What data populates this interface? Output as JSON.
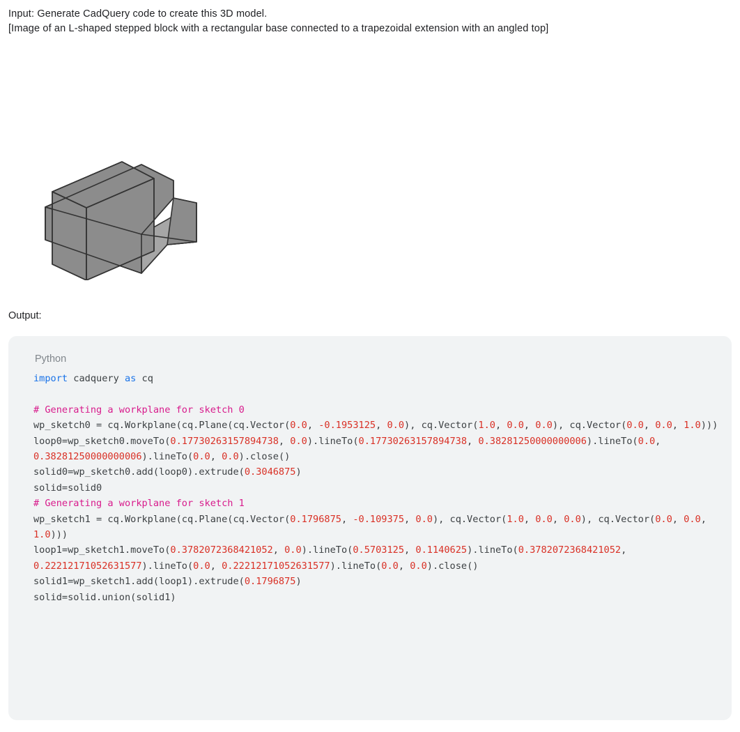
{
  "prompt": {
    "line1": "Input: Generate CadQuery code to create this 3D model.",
    "line2": "[Image of an L-shaped stepped block with a rectangular base connected to a trapezoidal extension with an angled top]"
  },
  "figure": {
    "name": "l-shaped-stepped-block-isometric",
    "face_fill": "#8c8c8c",
    "face_fill_light": "#a6a6a6",
    "edge_stroke": "#333333",
    "background": "#ffffff"
  },
  "output": {
    "label": "Output:"
  },
  "code_block": {
    "language_label": "Python",
    "background": "#f1f3f4",
    "colors": {
      "keyword": "#1a73e8",
      "comment": "#d81b8c",
      "number": "#d93025",
      "plain": "#3c4043"
    },
    "lines": [
      {
        "segments": [
          {
            "t": "import",
            "c": "kw"
          },
          {
            "t": " cadquery ",
            "c": "pln"
          },
          {
            "t": "as",
            "c": "kw"
          },
          {
            "t": " cq",
            "c": "pln"
          }
        ]
      },
      {
        "segments": []
      },
      {
        "segments": [
          {
            "t": "# Generating a workplane for sketch 0",
            "c": "cmt"
          }
        ]
      },
      {
        "segments": [
          {
            "t": "wp_sketch0 = cq.Workplane(cq.Plane(cq.Vector(",
            "c": "pln"
          },
          {
            "t": "0.0",
            "c": "num"
          },
          {
            "t": ", ",
            "c": "pln"
          },
          {
            "t": "-0.1953125",
            "c": "num"
          },
          {
            "t": ", ",
            "c": "pln"
          },
          {
            "t": "0.0",
            "c": "num"
          },
          {
            "t": "), cq.Vector(",
            "c": "pln"
          },
          {
            "t": "1.0",
            "c": "num"
          },
          {
            "t": ", ",
            "c": "pln"
          },
          {
            "t": "0.0",
            "c": "num"
          },
          {
            "t": ", ",
            "c": "pln"
          },
          {
            "t": "0.0",
            "c": "num"
          },
          {
            "t": "), cq.Vector(",
            "c": "pln"
          },
          {
            "t": "0.0",
            "c": "num"
          },
          {
            "t": ", ",
            "c": "pln"
          },
          {
            "t": "0.0",
            "c": "num"
          },
          {
            "t": ", ",
            "c": "pln"
          },
          {
            "t": "1.0",
            "c": "num"
          },
          {
            "t": ")))",
            "c": "pln"
          }
        ]
      },
      {
        "segments": [
          {
            "t": "loop0=wp_sketch0.moveTo(",
            "c": "pln"
          },
          {
            "t": "0.17730263157894738",
            "c": "num"
          },
          {
            "t": ", ",
            "c": "pln"
          },
          {
            "t": "0.0",
            "c": "num"
          },
          {
            "t": ").lineTo(",
            "c": "pln"
          },
          {
            "t": "0.17730263157894738",
            "c": "num"
          },
          {
            "t": ", ",
            "c": "pln"
          },
          {
            "t": "0.38281250000000006",
            "c": "num"
          },
          {
            "t": ").lineTo(",
            "c": "pln"
          },
          {
            "t": "0.0",
            "c": "num"
          },
          {
            "t": ", ",
            "c": "pln"
          },
          {
            "t": "0.38281250000000006",
            "c": "num"
          },
          {
            "t": ").lineTo(",
            "c": "pln"
          },
          {
            "t": "0.0",
            "c": "num"
          },
          {
            "t": ", ",
            "c": "pln"
          },
          {
            "t": "0.0",
            "c": "num"
          },
          {
            "t": ").close()",
            "c": "pln"
          }
        ]
      },
      {
        "segments": [
          {
            "t": "solid0=wp_sketch0.add(loop0).extrude(",
            "c": "pln"
          },
          {
            "t": "0.3046875",
            "c": "num"
          },
          {
            "t": ")",
            "c": "pln"
          }
        ]
      },
      {
        "segments": [
          {
            "t": "solid=solid0",
            "c": "pln"
          }
        ]
      },
      {
        "segments": [
          {
            "t": "# Generating a workplane for sketch 1",
            "c": "cmt"
          }
        ]
      },
      {
        "segments": [
          {
            "t": "wp_sketch1 = cq.Workplane(cq.Plane(cq.Vector(",
            "c": "pln"
          },
          {
            "t": "0.1796875",
            "c": "num"
          },
          {
            "t": ", ",
            "c": "pln"
          },
          {
            "t": "-0.109375",
            "c": "num"
          },
          {
            "t": ", ",
            "c": "pln"
          },
          {
            "t": "0.0",
            "c": "num"
          },
          {
            "t": "), cq.Vector(",
            "c": "pln"
          },
          {
            "t": "1.0",
            "c": "num"
          },
          {
            "t": ", ",
            "c": "pln"
          },
          {
            "t": "0.0",
            "c": "num"
          },
          {
            "t": ", ",
            "c": "pln"
          },
          {
            "t": "0.0",
            "c": "num"
          },
          {
            "t": "), cq.Vector(",
            "c": "pln"
          },
          {
            "t": "0.0",
            "c": "num"
          },
          {
            "t": ", ",
            "c": "pln"
          },
          {
            "t": "0.0",
            "c": "num"
          },
          {
            "t": ", ",
            "c": "pln"
          },
          {
            "t": "1.0",
            "c": "num"
          },
          {
            "t": ")))",
            "c": "pln"
          }
        ]
      },
      {
        "segments": [
          {
            "t": "loop1=wp_sketch1.moveTo(",
            "c": "pln"
          },
          {
            "t": "0.3782072368421052",
            "c": "num"
          },
          {
            "t": ", ",
            "c": "pln"
          },
          {
            "t": "0.0",
            "c": "num"
          },
          {
            "t": ").lineTo(",
            "c": "pln"
          },
          {
            "t": "0.5703125",
            "c": "num"
          },
          {
            "t": ", ",
            "c": "pln"
          },
          {
            "t": "0.1140625",
            "c": "num"
          },
          {
            "t": ").lineTo(",
            "c": "pln"
          },
          {
            "t": "0.3782072368421052",
            "c": "num"
          },
          {
            "t": ", ",
            "c": "pln"
          },
          {
            "t": "0.22212171052631577",
            "c": "num"
          },
          {
            "t": ").lineTo(",
            "c": "pln"
          },
          {
            "t": "0.0",
            "c": "num"
          },
          {
            "t": ", ",
            "c": "pln"
          },
          {
            "t": "0.22212171052631577",
            "c": "num"
          },
          {
            "t": ").lineTo(",
            "c": "pln"
          },
          {
            "t": "0.0",
            "c": "num"
          },
          {
            "t": ", ",
            "c": "pln"
          },
          {
            "t": "0.0",
            "c": "num"
          },
          {
            "t": ").close()",
            "c": "pln"
          }
        ]
      },
      {
        "segments": [
          {
            "t": "solid1=wp_sketch1.add(loop1).extrude(",
            "c": "pln"
          },
          {
            "t": "0.1796875",
            "c": "num"
          },
          {
            "t": ")",
            "c": "pln"
          }
        ]
      },
      {
        "segments": [
          {
            "t": "solid=solid.union(solid1)",
            "c": "pln"
          }
        ]
      }
    ]
  }
}
